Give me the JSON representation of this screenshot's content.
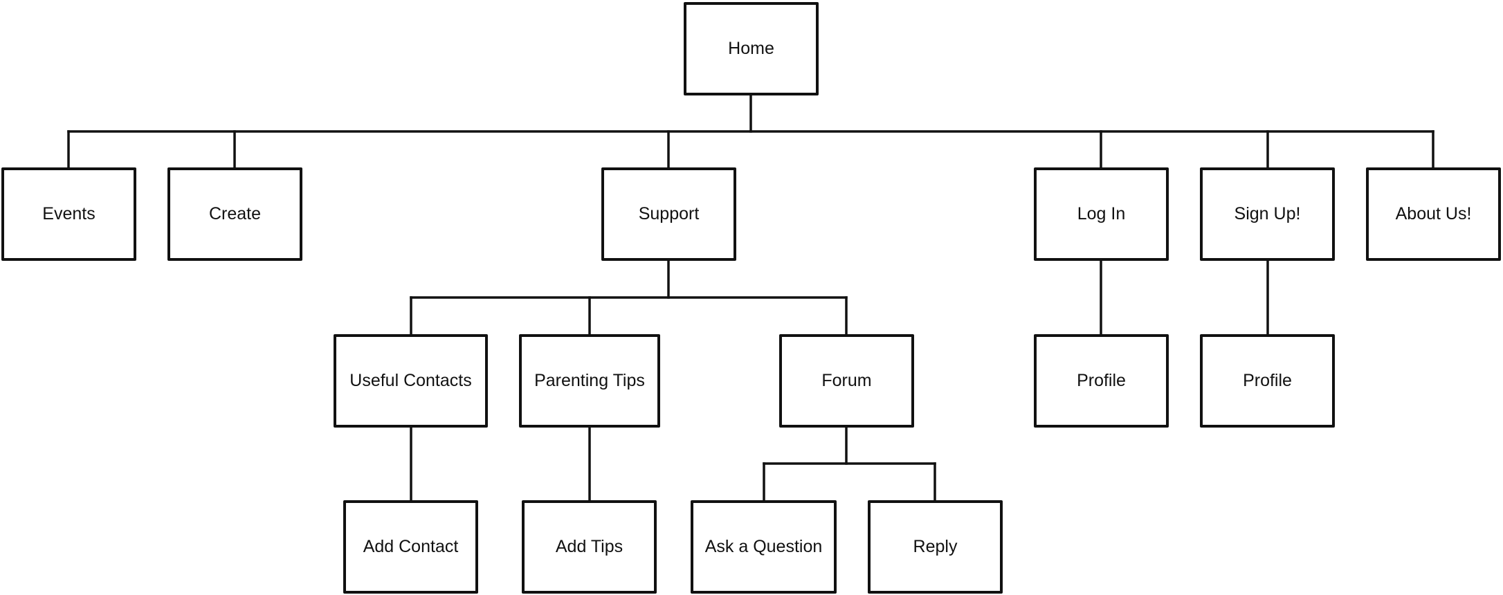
{
  "diagram": {
    "colors": {
      "stroke": "#111111",
      "fill": "#ffffff",
      "text": "#111111"
    },
    "nodes": {
      "home": "Home",
      "events": "Events",
      "create": "Create",
      "support": "Support",
      "log_in": "Log In",
      "sign_up": "Sign Up!",
      "about_us": "About Us!",
      "useful_contacts": "Useful Contacts",
      "parenting_tips": "Parenting Tips",
      "forum": "Forum",
      "login_profile": "Profile",
      "signup_profile": "Profile",
      "add_contact": "Add Contact",
      "add_tips": "Add Tips",
      "ask_a_question": "Ask a Question",
      "reply": "Reply"
    },
    "edges": [
      [
        "home",
        "events"
      ],
      [
        "home",
        "create"
      ],
      [
        "home",
        "support"
      ],
      [
        "home",
        "log_in"
      ],
      [
        "home",
        "sign_up"
      ],
      [
        "home",
        "about_us"
      ],
      [
        "support",
        "useful_contacts"
      ],
      [
        "support",
        "parenting_tips"
      ],
      [
        "support",
        "forum"
      ],
      [
        "log_in",
        "login_profile"
      ],
      [
        "sign_up",
        "signup_profile"
      ],
      [
        "useful_contacts",
        "add_contact"
      ],
      [
        "parenting_tips",
        "add_tips"
      ],
      [
        "forum",
        "ask_a_question"
      ],
      [
        "forum",
        "reply"
      ]
    ]
  }
}
